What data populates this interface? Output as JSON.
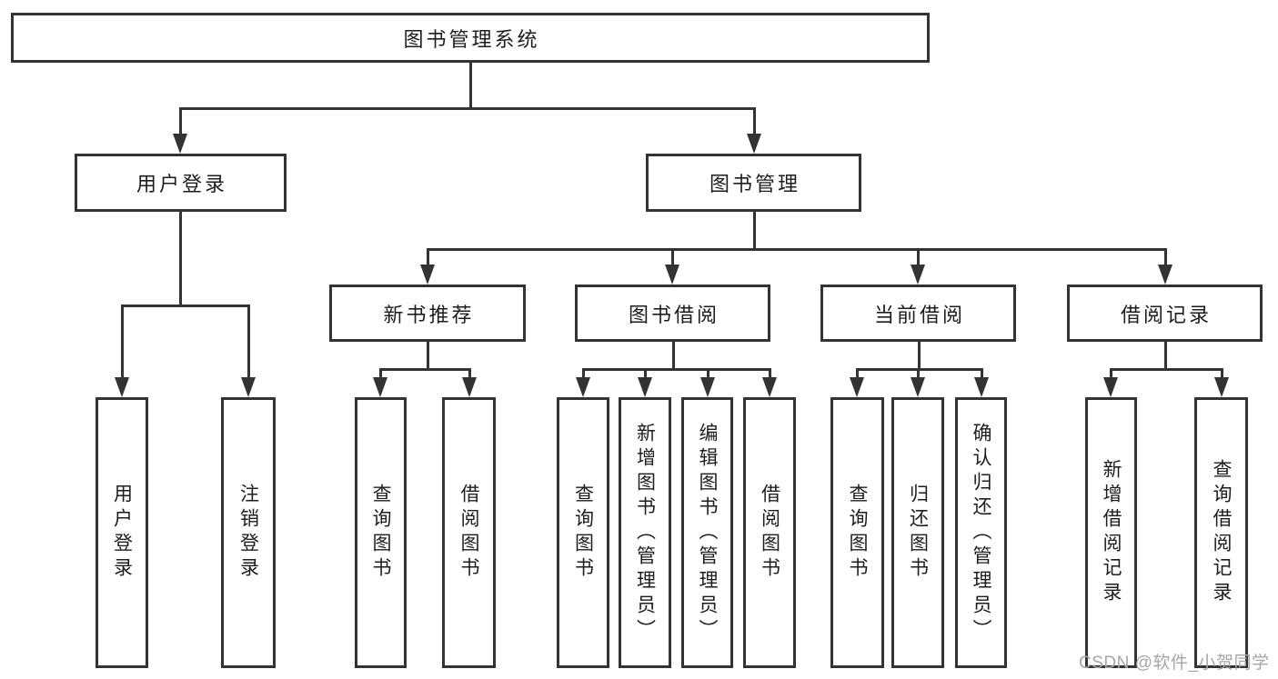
{
  "diagram_title": "图书管理系统",
  "nodes": {
    "root": {
      "label": "图书管理系统"
    },
    "user_login": {
      "label": "用户登录"
    },
    "book_management": {
      "label": "图书管理"
    },
    "new_book_recommendation": {
      "label": "新书推荐"
    },
    "book_borrowing": {
      "label": "图书借阅"
    },
    "current_borrowing": {
      "label": "当前借阅"
    },
    "borrowing_records": {
      "label": "借阅记录"
    },
    "user_login_action": {
      "label": "用户登录"
    },
    "logout": {
      "label": "注销登录"
    },
    "query_books_rec": {
      "label": "查询图书"
    },
    "borrow_books_rec": {
      "label": "借阅图书"
    },
    "query_books_borrow": {
      "label": "查询图书"
    },
    "add_books_admin": {
      "label": "新增图书（管理员）"
    },
    "edit_books_admin": {
      "label": "编辑图书（管理员）"
    },
    "borrow_books_borrow": {
      "label": "借阅图书"
    },
    "query_books_current": {
      "label": "查询图书"
    },
    "return_books": {
      "label": "归还图书"
    },
    "confirm_return_admin": {
      "label": "确认归还（管理员）"
    },
    "add_borrowing_record": {
      "label": "新增借阅记录"
    },
    "query_borrowing_record": {
      "label": "查询借阅记录"
    }
  },
  "hierarchy": {
    "root": [
      "user_login",
      "book_management"
    ],
    "user_login": [
      "user_login_action",
      "logout"
    ],
    "book_management": [
      "new_book_recommendation",
      "book_borrowing",
      "current_borrowing",
      "borrowing_records"
    ],
    "new_book_recommendation": [
      "query_books_rec",
      "borrow_books_rec"
    ],
    "book_borrowing": [
      "query_books_borrow",
      "add_books_admin",
      "edit_books_admin",
      "borrow_books_borrow"
    ],
    "current_borrowing": [
      "query_books_current",
      "return_books",
      "confirm_return_admin"
    ],
    "borrowing_records": [
      "add_borrowing_record",
      "query_borrowing_record"
    ]
  },
  "watermark": {
    "text": "CSDN @软件_小贺同学"
  },
  "colors": {
    "line": "#333333",
    "box_border": "#333333",
    "text": "#1d1d1f",
    "watermark": "#a6a6a6",
    "background": "#ffffff"
  }
}
